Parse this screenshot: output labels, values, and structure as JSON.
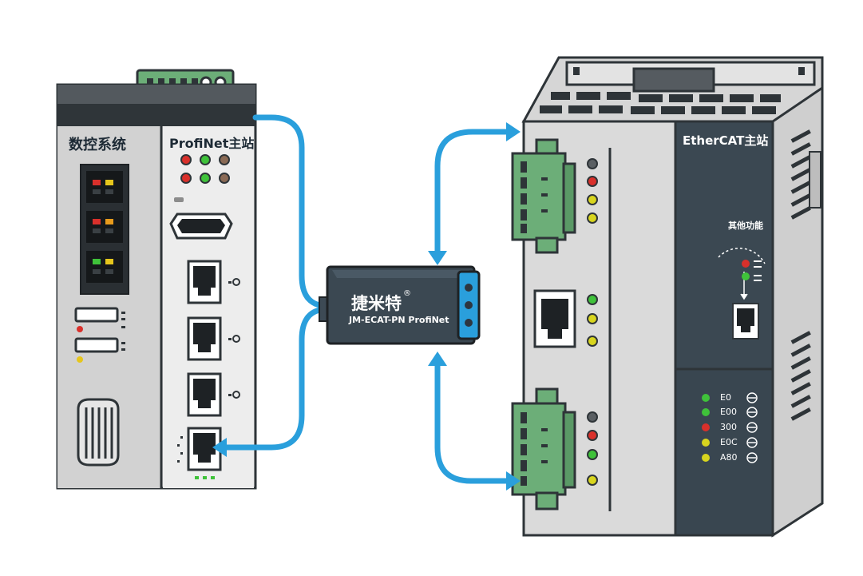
{
  "left_device": {
    "cnc_label": "数控系统",
    "profinet_label": "ProfiNet主站"
  },
  "gateway": {
    "brand": "捷米特",
    "registered": "®",
    "model": "JM-ECAT-PN ProfiNet"
  },
  "right_device": {
    "title": "EtherCAT主站",
    "other_functions": "其他功能",
    "status_rows": [
      "E0",
      "E00",
      "300",
      "E0C",
      "A80"
    ]
  },
  "colors": {
    "link": "#2a9fdc",
    "device_outline": "#3a3f44",
    "panel_light": "#dcdcdc",
    "panel_dark": "#3b4852",
    "connector_green": "#6cae78",
    "led_red": "#d9302b",
    "led_green": "#3fc23a",
    "led_yellow": "#d8d51e"
  }
}
